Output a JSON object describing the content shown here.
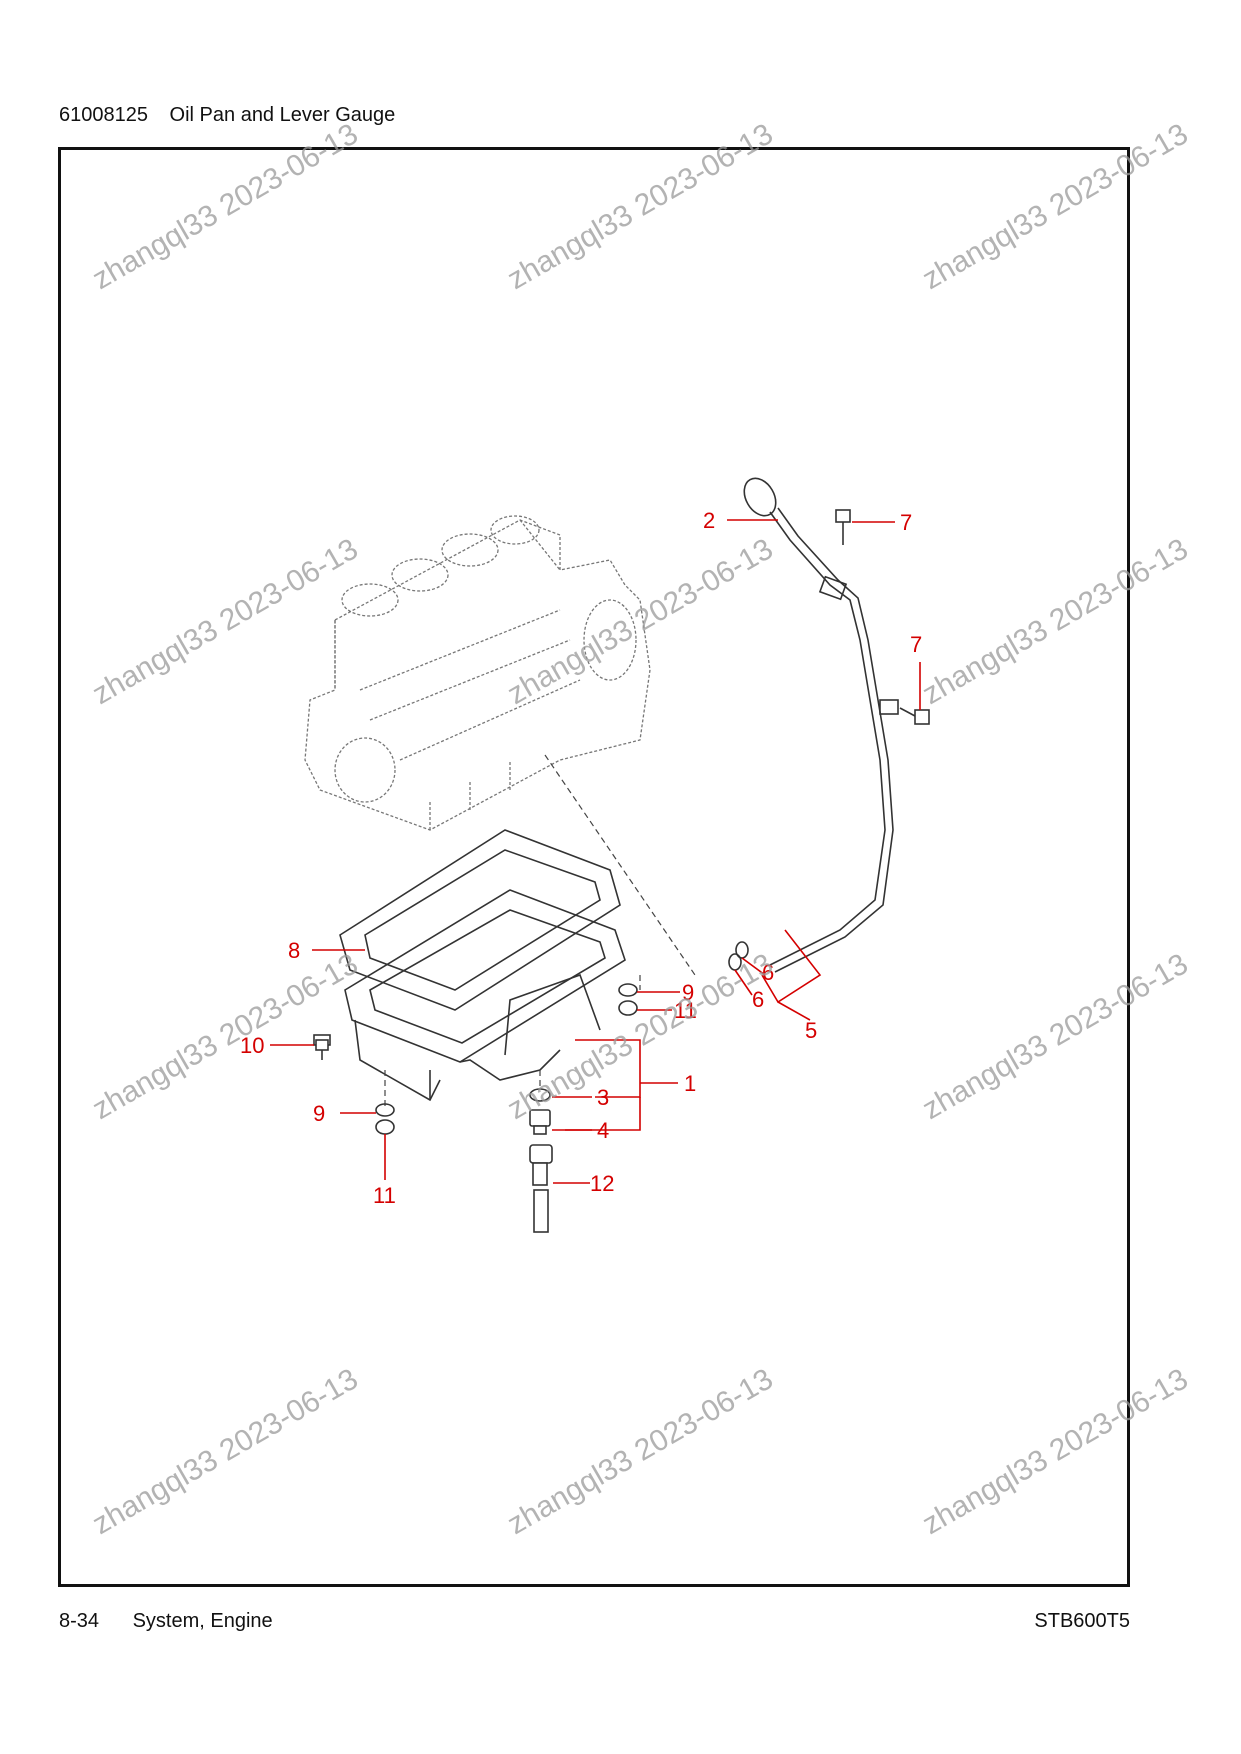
{
  "header": {
    "code": "61008125",
    "title": "Oil Pan and Lever Gauge"
  },
  "footer": {
    "page": "8-34",
    "section": "System, Engine",
    "model": "STB600T5"
  },
  "watermark": {
    "text": "zhangql33 2023-06-13"
  },
  "colors": {
    "callout": "#d40000",
    "frame": "#111111",
    "watermark": "#9a9a9a"
  },
  "callouts": [
    "1",
    "2",
    "3",
    "4",
    "5",
    "6",
    "6",
    "7",
    "7",
    "8",
    "9",
    "9",
    "10",
    "11",
    "11",
    "12"
  ]
}
